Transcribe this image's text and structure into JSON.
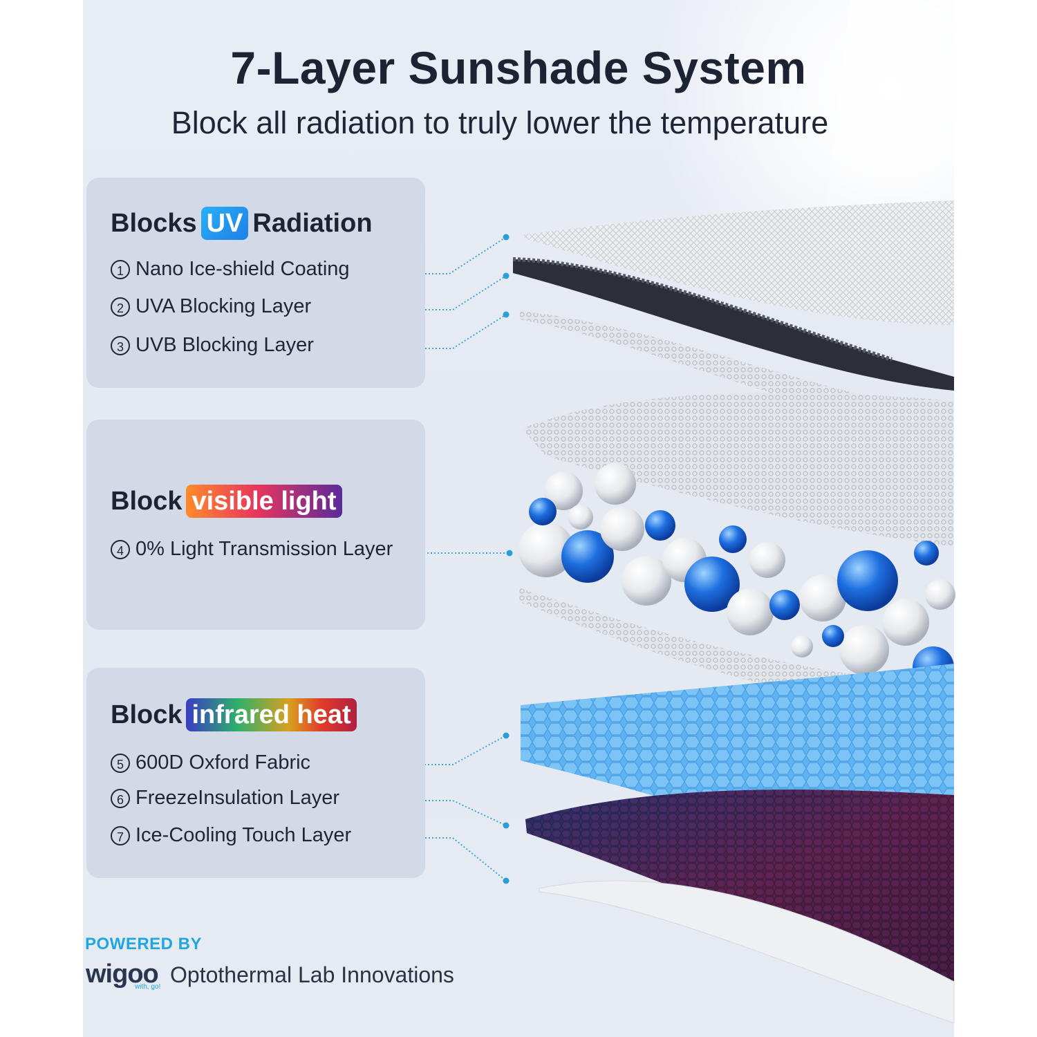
{
  "header": {
    "title": "7-Layer Sunshade System",
    "subtitle": "Block all radiation to truly lower the temperature"
  },
  "panels": [
    {
      "heading_pre": "Blocks",
      "heading_chip": "UV",
      "heading_post": "Radiation",
      "items": [
        {
          "num": "1",
          "label": "Nano Ice-shield Coating"
        },
        {
          "num": "2",
          "label": "UVA Blocking Layer"
        },
        {
          "num": "3",
          "label": "UVB Blocking Layer"
        }
      ]
    },
    {
      "heading_pre": "Block",
      "heading_chip": "visible light",
      "items": [
        {
          "num": "4",
          "label": "0% Light Transmission Layer"
        }
      ]
    },
    {
      "heading_pre": "Block",
      "heading_chip": "infrared heat",
      "items": [
        {
          "num": "5",
          "label": "600D Oxford Fabric"
        },
        {
          "num": "6",
          "label": "FreezeInsulation Layer"
        },
        {
          "num": "7",
          "label": "Ice-Cooling Touch Layer"
        }
      ]
    }
  ],
  "footer": {
    "powered_by": "POWERED BY",
    "brand": "wigoo",
    "brand_tagline": "with, go!",
    "lab": "Optothermal Lab Innovations"
  },
  "colors": {
    "accent": "#21a7e0",
    "panel_bg": "#d3dae7",
    "text_dark": "#1d2333",
    "leader_line": "#3aa7d8"
  }
}
